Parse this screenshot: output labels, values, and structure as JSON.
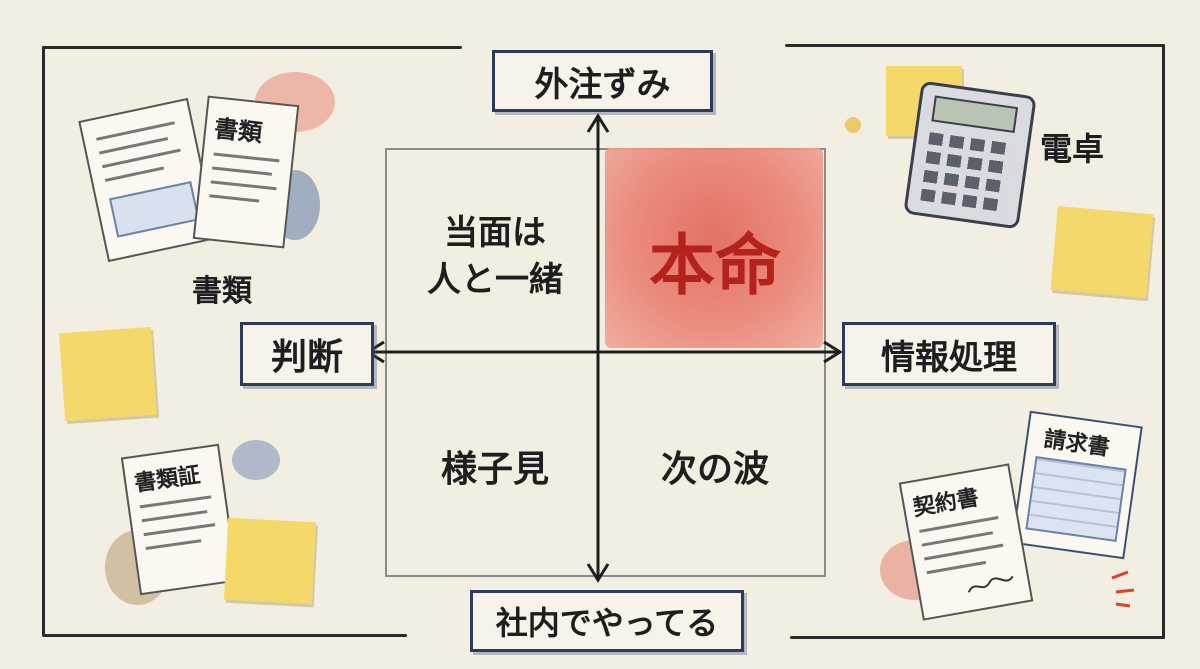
{
  "axes": {
    "top": "外注ずみ",
    "bottom": "社内でやってる",
    "left": "判断",
    "right": "情報処理"
  },
  "quadrants": {
    "top_left_line1": "当面は",
    "top_left_line2": "人と一緒",
    "top_right": "本命",
    "bottom_left": "様子見",
    "bottom_right": "次の波"
  },
  "decorations": {
    "doc_top_left_tag": "書類",
    "doc_top_left_caption": "書類",
    "doc_bottom_left_tag": "書類証",
    "calculator_caption": "電卓",
    "contract_tag": "契約書",
    "invoice_tag": "請求書"
  },
  "colors": {
    "ink": "#1e1e1e",
    "frame_blue": "#2d3b5a",
    "accent_red": "#c0392b",
    "sticky_yellow": "#f4d96a",
    "paper": "#f3eee2"
  },
  "icons": [
    "document-icon",
    "calculator-icon",
    "sticky-note-icon",
    "contract-icon",
    "invoice-icon",
    "signature-icon"
  ]
}
